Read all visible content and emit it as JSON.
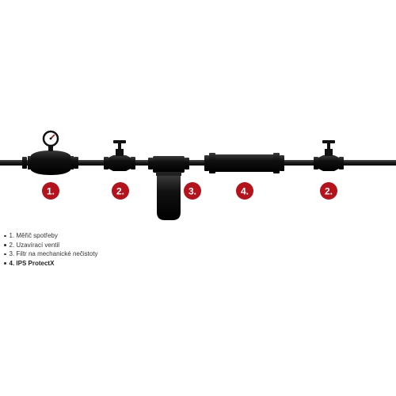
{
  "colors": {
    "pipe": "#1a1a1a",
    "badge": "#b5121b",
    "badge_text": "#ffffff",
    "legend_text": "#333333"
  },
  "badges": [
    {
      "name": "badge-water-meter",
      "label": "1."
    },
    {
      "name": "badge-shutoff-valve-left",
      "label": "2."
    },
    {
      "name": "badge-filter",
      "label": "3."
    },
    {
      "name": "badge-ips-protectx",
      "label": "4."
    },
    {
      "name": "badge-shutoff-valve-right",
      "label": "2."
    }
  ],
  "legend": [
    "1. Měřič spotřeby",
    "2. Uzavírací ventil",
    "3. Filtr na mechanické nečistoty",
    "4. IPS ProtectX"
  ]
}
